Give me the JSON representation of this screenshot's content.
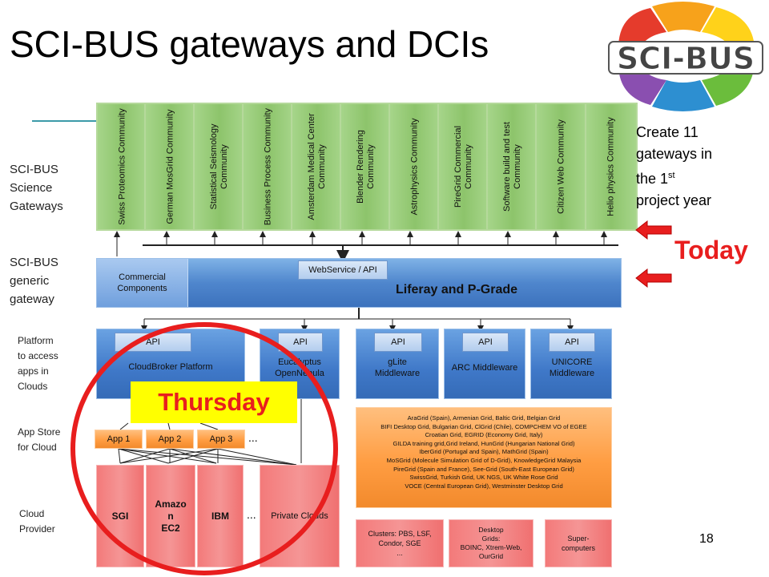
{
  "slide": {
    "title": "SCI-BUS gateways and DCIs",
    "page_number": "18"
  },
  "logo": {
    "text": "SCI-BUS",
    "colors": [
      "#e53b2c",
      "#f7a21b",
      "#ffd21a",
      "#6bbd3c",
      "#2d8fd1",
      "#8a4fb0"
    ]
  },
  "side_labels": {
    "science": [
      "SCI-BUS",
      "Science",
      "Gateways"
    ],
    "generic": [
      "SCI-BUS",
      "generic",
      "gateway"
    ],
    "platform": [
      "Platform",
      "to access",
      "apps in",
      "Clouds"
    ],
    "appstore": [
      "App Store",
      "for Cloud"
    ],
    "provider": [
      "Cloud",
      "Provider"
    ]
  },
  "gateways": [
    "Swiss Proteomics Community",
    "German MosGrid Community",
    "Statistical Seismology Community",
    "Business Process Community",
    "Amsterdam Medical Center Community",
    "Blender Rendering Community",
    "Astrophysics Community",
    "PireGrid Commercial Community",
    "Software build and test Community",
    "Citizen Web Community",
    "Helio physics Community"
  ],
  "generic_gateway": {
    "commercial": "Commercial Components",
    "webservice": "WebService / API",
    "liferay": "Liferay and P-Grade"
  },
  "platforms": [
    {
      "api": "API",
      "label": "CloudBroker Platform"
    },
    {
      "api": "API",
      "label": "Eucalyptus OpenNebula"
    },
    {
      "api": "API",
      "label": "gLite Middleware"
    },
    {
      "api": "API",
      "label": "ARC Middleware"
    },
    {
      "api": "API",
      "label": "UNICORE Middleware"
    }
  ],
  "apps": [
    "App 1",
    "App 2",
    "App 3"
  ],
  "ellipsis": "...",
  "grids_list": [
    "AraGrid (Spain), Armenian Grid, Baltic Grid, Belgian Grid",
    "BIFI Desktop Grid, Bulgarian Grid, ClGrid (Chile), COMPCHEM VO of EGEE",
    "Croatian Grid, EGRID (Economy Grid, Italy)",
    "GILDA training grid,Grid Ireland, HunGrid (Hungarian National Grid)",
    "IberGrid (Portugal and Spain), MathGrid (Spain)",
    "MoSGrid (Molecule Simulation Grid of D-Grid), KnowledgeGrid Malaysia",
    "PireGrid (Spain and France), See-Grid (South-East European Grid)",
    "SwissGrid, Turkish Grid, UK NGS, UK White Rose Grid",
    "VOCE (Central European Grid), Westminster Desktop Grid"
  ],
  "providers": {
    "sgi": "SGI",
    "amazon": [
      "Amazo",
      "n",
      "EC2"
    ],
    "ibm": "IBM",
    "private": "Private Clouds"
  },
  "bottom_boxes": {
    "clusters": [
      "Clusters: PBS, LSF,",
      "Condor, SGE",
      "..."
    ],
    "desktop": [
      "Desktop",
      "Grids:",
      "BOINC, Xtrem-Web,",
      "OurGrid"
    ],
    "super": [
      "Super-",
      "computers"
    ]
  },
  "annotations": {
    "create_note": [
      "Create 11",
      "gateways in",
      "the 1",
      "st",
      "project year"
    ],
    "today": "Today",
    "thursday": "Thursday"
  }
}
